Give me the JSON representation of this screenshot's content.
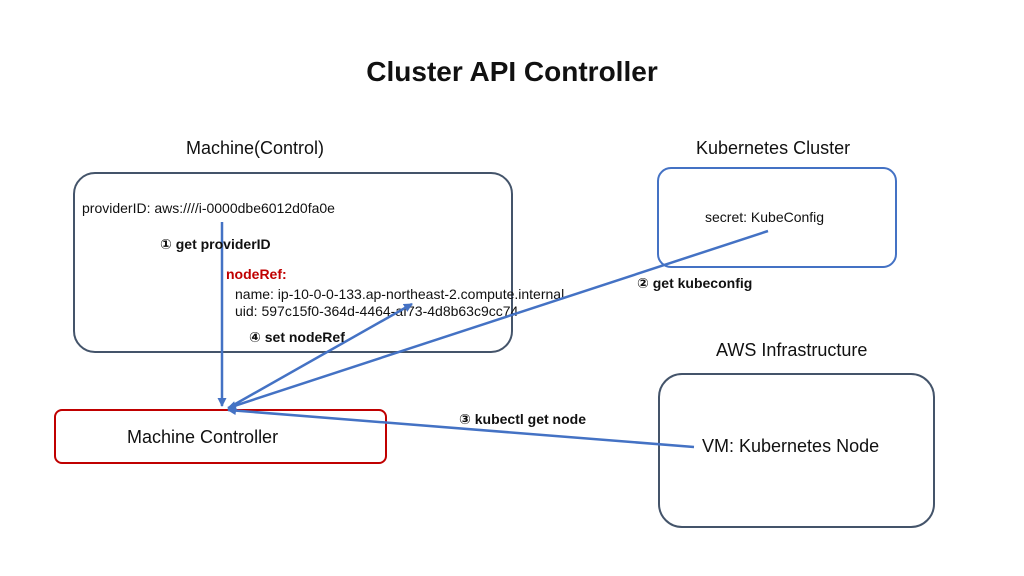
{
  "title": "Cluster API Controller",
  "machine_control": {
    "heading": "Machine(Control)",
    "provider_id": "providerID: aws:////i-0000dbe6012d0fa0e",
    "node_ref_label": "nodeRef:",
    "node_ref_name": "name: ip-10-0-0-133.ap-northeast-2.compute.internal",
    "node_ref_uid": "uid: 597c15f0-364d-4464-af73-4d8b63c9cc74"
  },
  "kubernetes_cluster": {
    "heading": "Kubernetes Cluster",
    "secret": "secret: KubeConfig"
  },
  "aws_infrastructure": {
    "heading": "AWS Infrastructure",
    "vm": "VM: Kubernetes Node"
  },
  "machine_controller": {
    "label": "Machine Controller"
  },
  "steps": {
    "step1": "① get providerID",
    "step2": "② get kubeconfig",
    "step3": "③ kubectl get node",
    "step4": "④ set nodeRef"
  },
  "colors": {
    "arrow": "#4472c4",
    "box_dark": "#44546a",
    "controller_border": "#c00000",
    "node_ref_label": "#c00000",
    "cluster_border": "#4472c4"
  }
}
